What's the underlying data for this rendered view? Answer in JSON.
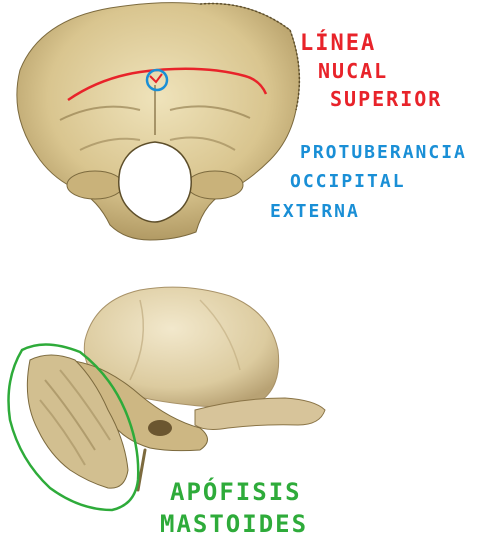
{
  "annotations": {
    "occipital": {
      "line1": "LÍNEA",
      "line2": "NUCAL",
      "line3": "SUPERIOR",
      "color_line": "#e8232a",
      "protuberance_1": "PROTUBERANCIA",
      "protuberance_2": "OCCIPITAL",
      "protuberance_3": "EXTERNA",
      "color_protuberance": "#1a8fd6"
    },
    "temporal": {
      "line1": "APÓFISIS",
      "line2": "MASTOIDES",
      "color": "#2eab3a"
    }
  },
  "colors": {
    "bone_light": "#e9dcb0",
    "bone_mid": "#cdb67f",
    "bone_dark": "#8a7446",
    "petrous": "#d8cba6"
  }
}
